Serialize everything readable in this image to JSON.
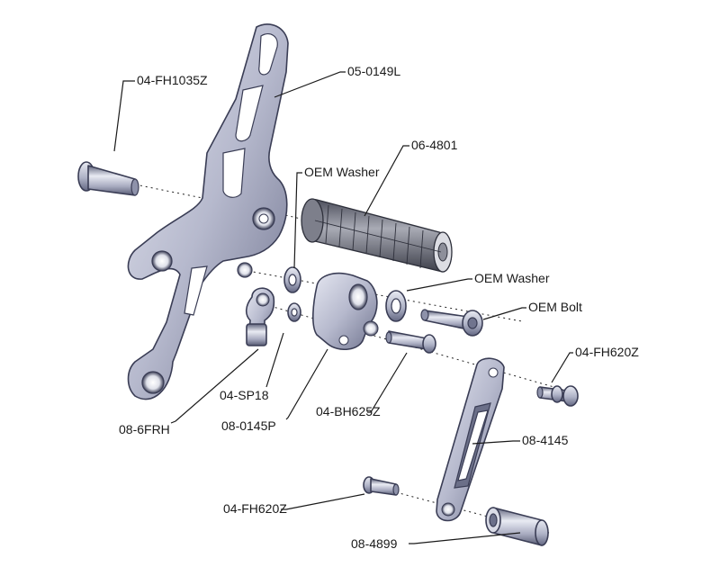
{
  "diagram": {
    "labels": {
      "fh1035z": "04-FH1035Z",
      "p05_0149l": "05-0149L",
      "p06_4801": "06-4801",
      "oem_washer_top": "OEM Washer",
      "oem_washer_right": "OEM Washer",
      "oem_bolt": "OEM Bolt",
      "fh620z_right": "04-FH620Z",
      "sp18": "04-SP18",
      "p08_6frh": "08-6FRH",
      "p08_0145p": "08-0145P",
      "bh625z": "04-BH625Z",
      "p08_4145": "08-4145",
      "fh620z_bottom": "04-FH620Z",
      "p08_4899": "08-4899"
    },
    "colors": {
      "metal_light": "#c9ccdc",
      "metal_mid": "#9ea2bb",
      "metal_dark": "#5b5f7a",
      "outline": "#3a3d55",
      "text": "#1a1a1a"
    }
  }
}
